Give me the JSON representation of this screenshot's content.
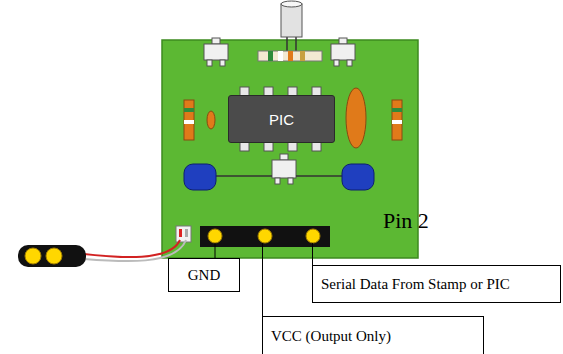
{
  "diagram": {
    "nodes": [
      {
        "text": [
          "PIC"
        ]
      },
      {
        "text": [
          "GND"
        ]
      },
      {
        "text": [
          "VCC (Output Only)"
        ]
      },
      {
        "text": [
          "Serial Data From Stamp or PIC"
        ]
      }
    ],
    "labels": [
      "Pin 2"
    ]
  }
}
